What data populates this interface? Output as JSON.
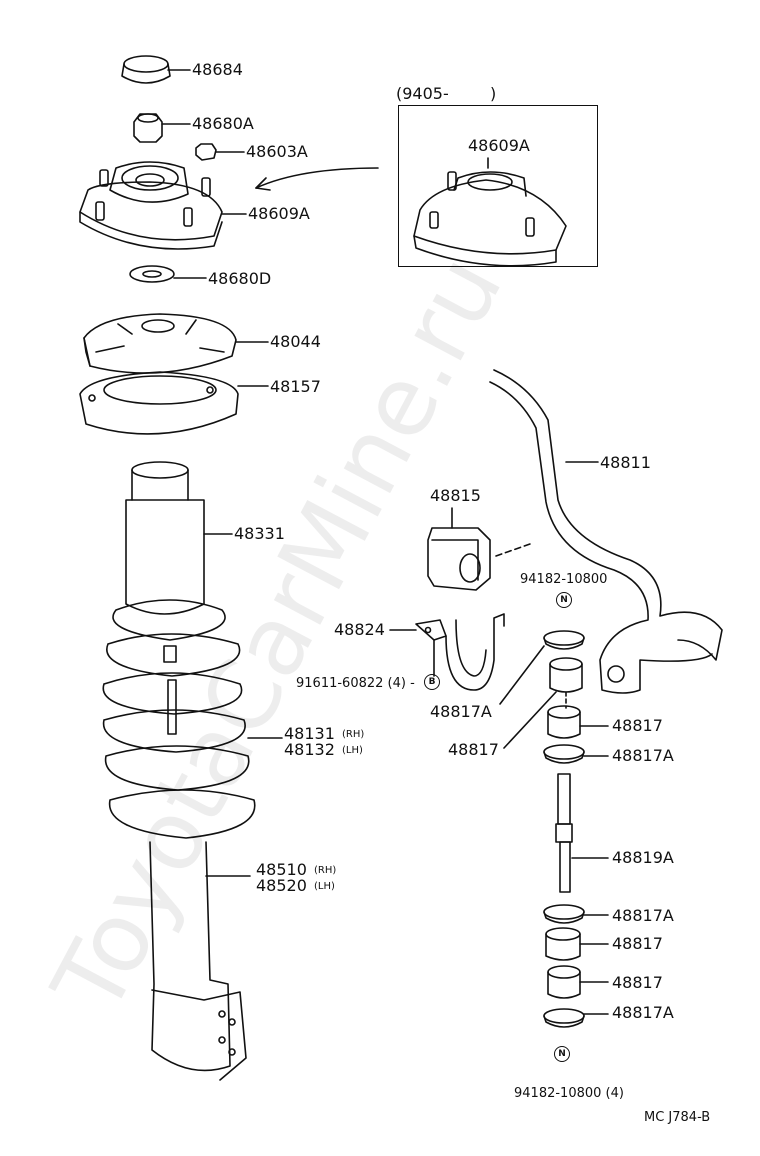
{
  "watermark": "ToyotaCarMine.ru",
  "inset": {
    "label": "(9405-",
    "label_close": ")",
    "part": "48609A"
  },
  "code": "MC J784-B",
  "parts": {
    "p48684": "48684",
    "p48680A": "48680A",
    "p48603A": "48603A",
    "p48609A": "48609A",
    "p48680D": "48680D",
    "p48044": "48044",
    "p48157": "48157",
    "p48331": "48331",
    "p48131": "48131",
    "p48131_side": "(RH)",
    "p48132": "48132",
    "p48132_side": "(LH)",
    "p48510": "48510",
    "p48510_side": "(RH)",
    "p48520": "48520",
    "p48520_side": "(LH)",
    "p48811": "48811",
    "p48815": "48815",
    "p94182a": "94182-10800",
    "p48824": "48824",
    "p91611": "91611-60822 (4) -",
    "p48817A_l": "48817A",
    "p48817_l": "48817",
    "p48817_r1": "48817",
    "p48817A_r1": "48817A",
    "p48819A": "48819A",
    "p48817A_r2": "48817A",
    "p48817_r2": "48817",
    "p48817_r3": "48817",
    "p48817A_r3": "48817A",
    "p94182b": "94182-10800 (4)"
  },
  "markers": {
    "n_top": "N",
    "b": "B",
    "n_bottom": "N"
  }
}
